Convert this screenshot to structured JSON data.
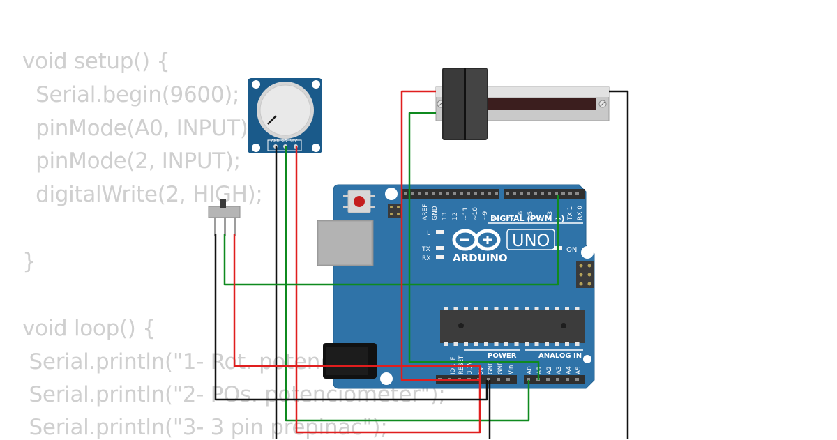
{
  "code": {
    "lines": [
      "void setup() {",
      "  Serial.begin(9600);",
      "  pinMode(A0, INPUT);",
      "  pinMode(2, INPUT);",
      "  digitalWrite(2, HIGH);",
      "",
      "}",
      "",
      "void loop() {",
      " Serial.println(\"1- Rot. potenciometer cez Serial",
      " Serial.println(\"2- POs. potenciometer\");",
      " Serial.println(\"3- 3 pin prepinac\");"
    ]
  },
  "board": {
    "logo_text": "ARDUINO",
    "model": "UNO",
    "digital_label": "DIGITAL (PWM ~)",
    "on_label": "ON",
    "led_l": "L",
    "led_tx": "TX",
    "led_rx": "RX",
    "power_label": "POWER",
    "analog_label": "ANALOG IN",
    "digital_pins": [
      "AREF",
      "GND",
      "13",
      "12",
      "~11",
      "~10",
      "~9",
      "8",
      "7",
      "~6",
      "~5",
      "4",
      "~3",
      "2",
      "TX 1",
      "RX 0"
    ],
    "power_pins": [
      "IOREF",
      "RESET",
      "3.3V",
      "5V",
      "GND",
      "GND",
      "Vin"
    ],
    "analog_pins": [
      "A0",
      "A1",
      "A2",
      "A3",
      "A4",
      "A5"
    ]
  },
  "rotary_pot": {
    "pins": [
      "GND",
      "SIG",
      "VCC"
    ]
  },
  "colors": {
    "wire_red": "#e01e1e",
    "wire_green": "#0f8a1f",
    "wire_black": "#111111",
    "board_blue": "#2f73a8",
    "code_text": "#cfcfcf"
  }
}
